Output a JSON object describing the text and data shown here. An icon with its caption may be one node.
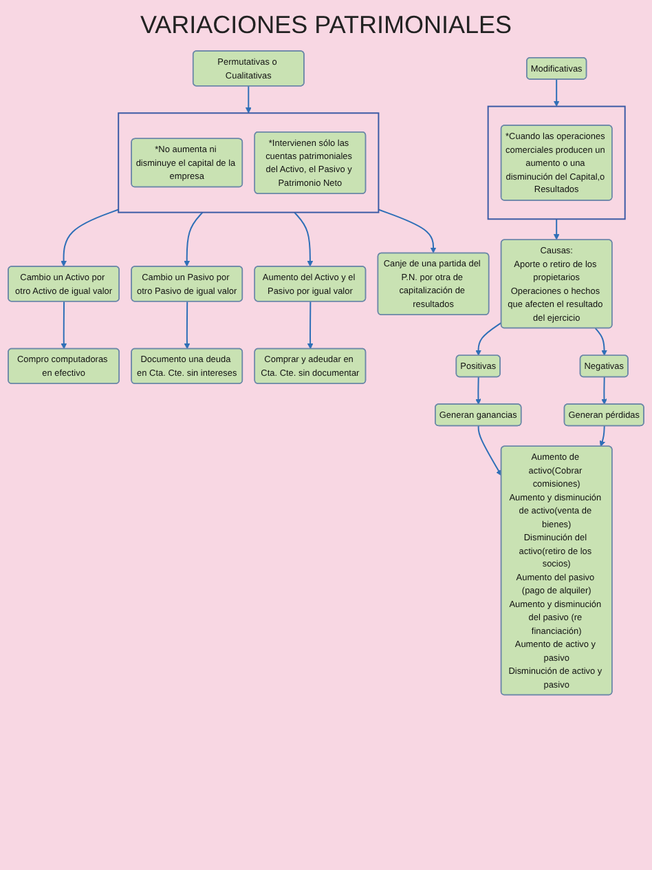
{
  "diagram": {
    "title": "VARIACIONES PATRIMONIALES",
    "nodes": [
      {
        "text": [
          "Permutativas o Cualitativas"
        ]
      },
      {
        "text": [
          "Modificativas"
        ]
      },
      {
        "text": [],
        "shape": "box"
      },
      {
        "text": [
          "*No aumenta ni disminuye el capital de la empresa"
        ],
        "in": 2
      },
      {
        "text": [
          "*Intervienen sólo las cuentas patrimoniales del Activo, el Pasivo y Patrimonio Neto"
        ],
        "in": 2
      },
      {
        "text": [
          "Cambio un Activo por otro Activo de igual valor"
        ]
      },
      {
        "text": [
          "Cambio un Pasivo por otro Pasivo de igual valor"
        ]
      },
      {
        "text": [
          "Aumento del Activo y el Pasivo por igual valor"
        ]
      },
      {
        "text": [
          "Canje de una partida del P.N. por otra de capitalización de resultados"
        ]
      },
      {
        "text": [
          "Compro computadoras en efectivo"
        ]
      },
      {
        "text": [
          "Documento una deuda en Cta. Cte. sin intereses"
        ]
      },
      {
        "text": [
          "Comprar y adeudar en Cta. Cte. sin documentar"
        ]
      },
      {
        "text": [],
        "shape": "box"
      },
      {
        "text": [
          "*Cuando las operaciones comerciales producen un aumento o una disminución del Capital,o Resultados"
        ],
        "in": 12
      },
      {
        "text": [
          "Causas:",
          "Aporte o retiro de los propietarios",
          "Operaciones o hechos que afecten el resultado del ejercicio"
        ]
      },
      {
        "text": [
          "Positivas"
        ]
      },
      {
        "text": [
          "Negativas"
        ]
      },
      {
        "text": [
          "Generan ganancias"
        ]
      },
      {
        "text": [
          "Generan pérdidas"
        ]
      },
      {
        "text": [
          "Aumento de activo(Cobrar comisiones)",
          "Aumento y disminución de activo(venta de bienes)",
          "Disminución del activo(retiro de los socios)",
          "Aumento del pasivo (pago de alquiler)",
          "Aumento y disminución del pasivo (re financiación)",
          "Aumento de activo y pasivo",
          "Disminución de activo y pasivo"
        ]
      }
    ],
    "edges": [
      {
        "from": 0,
        "to": 2,
        "arrow": "to"
      },
      {
        "from": 2,
        "to": 5,
        "arrow": "to"
      },
      {
        "from": 2,
        "to": 6,
        "arrow": "to"
      },
      {
        "from": 2,
        "to": 7,
        "arrow": "to"
      },
      {
        "from": 2,
        "to": 8,
        "arrow": "to"
      },
      {
        "from": 5,
        "to": 9,
        "arrow": "to"
      },
      {
        "from": 6,
        "to": 10,
        "arrow": "to"
      },
      {
        "from": 7,
        "to": 11,
        "arrow": "to"
      },
      {
        "from": 1,
        "to": 12,
        "arrow": "to"
      },
      {
        "from": 12,
        "to": 14,
        "arrow": "to"
      },
      {
        "from": 14,
        "to": 15,
        "arrow": "to"
      },
      {
        "from": 14,
        "to": 16,
        "arrow": "to"
      },
      {
        "from": 15,
        "to": 17,
        "arrow": "to"
      },
      {
        "from": 16,
        "to": 18,
        "arrow": "to"
      },
      {
        "from": 17,
        "to": 19,
        "arrow": "to"
      },
      {
        "from": 18,
        "to": 19,
        "arrow": "to"
      }
    ]
  }
}
